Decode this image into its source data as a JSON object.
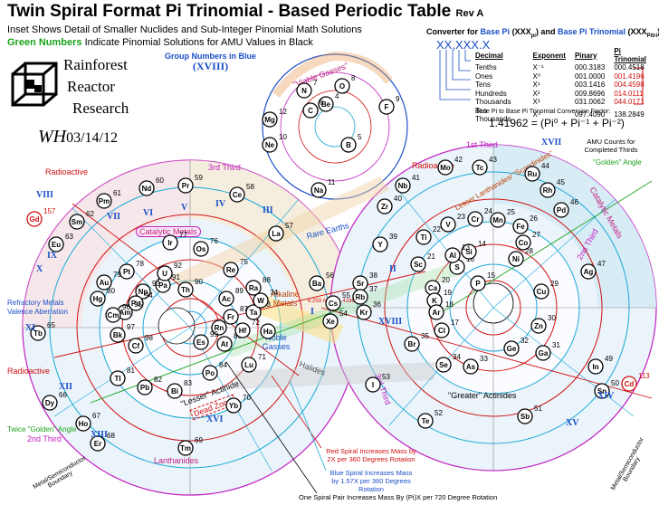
{
  "header": {
    "title": "Twin Spiral Format Pi Trinomial - Based Periodic Table",
    "rev": "Rev A",
    "subtitle1": "Inset Shows Detail of Smaller Nuclides and Sub-Integer Pinomial Math Solutions",
    "subtitle2_green": "Green Numbers",
    "subtitle2_rest": "Indicate Pinomial Solutions for AMU Values in Black"
  },
  "logo": {
    "line1": "Rainforest",
    "line2": "Reactor",
    "line3": "Research"
  },
  "signature": {
    "initials": "WH",
    "date": "03/14/12"
  },
  "group_note": {
    "text": "Group Numbers in Blue",
    "example": "(XVIII)"
  },
  "converter": {
    "title_a": "Converter for",
    "title_b": "Base Pi",
    "title_c": "(XXX",
    "title_d": ") and",
    "title_e": "Base Pi Trinomial",
    "title_f": "(XXX",
    "title_g": ")",
    "sub_pi": "pi",
    "sub_ptri": "Pitri",
    "format": "XX,XXX.X",
    "headers": [
      "Decimal",
      "Exponent",
      "Pinary",
      "Pi Trinomial"
    ],
    "rows": [
      {
        "decimal": "Tenths",
        "exponent": "X⁻¹",
        "pinary": "000.3183",
        "tri": "000.4518",
        "tri_red": false
      },
      {
        "decimal": "Ones",
        "exponent": "X⁰",
        "pinary": "001.0000",
        "tri": "001.4196",
        "tri_red": true
      },
      {
        "decimal": "Tens",
        "exponent": "X¹",
        "pinary": "003.1416",
        "tri": "004.4598",
        "tri_red": true
      },
      {
        "decimal": "Hundreds",
        "exponent": "X²",
        "pinary": "009.8696",
        "tri": "014.0111",
        "tri_red": true
      },
      {
        "decimal": "Thousands",
        "exponent": "X³",
        "pinary": "031.0062",
        "tri": "044.0171",
        "tri_red": true
      },
      {
        "decimal": "Ten Thousands",
        "exponent": "X⁴",
        "pinary": "097.4090",
        "tri": "138.2849",
        "tri_red": false
      }
    ],
    "factor_label": "Base Pi to Base Pi Trinomial Conversion Factor:",
    "factor_value": "1.41962 = (Pi⁰ + Pi⁻¹ + Pi⁻²)"
  },
  "labels": {
    "radioactive": "Radioactive",
    "third_1": "1st Third",
    "third_2": "2nd Third",
    "third_3": "3rd Third",
    "amu_counts": "AMU Counts for Completed Thirds",
    "golden_angle": "\"Golden\" Angle",
    "twice_golden": "Twice \"Golden\" Angle",
    "viable_gasses": "\"Viable Gasses\"",
    "lesser_lanthanides": "Lesser Lanthanides/ \"Scandinides\"",
    "catalytic_metals": "Catalytic Metals",
    "rare_earths": "Rare Earths",
    "alkaline_metals": "Alkaline Metals",
    "noble_gasses": "Noble Gasses",
    "halides": "Halides",
    "lesser_actinide": "\"Lesser\" Actinide",
    "dead_zone": "Dead Zone",
    "greater_actinides": "\"Greater\" Actinides",
    "lanthanides": "Lanthanides",
    "refractory": "Refractory Metals",
    "valence": "Valence Aberration",
    "metal_boundary_left": "Metal/Semiconductor Boundary",
    "metal_boundary_right": "Metal/Semiconductor Boundary",
    "amu_range": "6.253 AMU (1.41962)²"
  },
  "notes": {
    "red_spiral": "Red Spiral Increases Mass by 2X per 360 Degrees Rotation",
    "blue_spiral": "Blue Spiral Increases Mass by 1.57X per 360 Degrees Rotation",
    "pair_spiral": "One Spiral Pair Increases Mass By (Pi)X per 720 Degree Rotation"
  },
  "elements": [
    {
      "sym": "Gd",
      "num": "157",
      "color": "red"
    },
    {
      "sym": "Cd",
      "num": "113",
      "color": "red"
    },
    {
      "sym": "Cs",
      "num": "55",
      "color": "black"
    },
    {
      "sym": "Xe",
      "num": "54",
      "color": "black"
    },
    {
      "sym": "Ba",
      "num": "56",
      "color": "black"
    },
    {
      "sym": "Sr",
      "num": "38",
      "color": "black"
    },
    {
      "sym": "Rb",
      "num": "37",
      "color": "black"
    },
    {
      "sym": "Kr",
      "num": "36",
      "color": "black"
    },
    {
      "sym": "Ne",
      "num": "10",
      "color": "black"
    },
    {
      "sym": "Na",
      "num": "11",
      "color": "black"
    },
    {
      "sym": "Mg",
      "num": "12",
      "color": "black"
    },
    {
      "sym": "Be",
      "num": "4",
      "color": "black"
    },
    {
      "sym": "F",
      "num": "9",
      "color": "black"
    },
    {
      "sym": "O",
      "num": "8",
      "color": "black"
    },
    {
      "sym": "N",
      "num": "7",
      "color": "black"
    },
    {
      "sym": "C",
      "num": "6",
      "color": "black"
    },
    {
      "sym": "B",
      "num": "5",
      "color": "black"
    },
    {
      "sym": "Y",
      "num": "39",
      "color": "black"
    },
    {
      "sym": "Zr",
      "num": "40",
      "color": "black"
    },
    {
      "sym": "Nb",
      "num": "41",
      "color": "black"
    },
    {
      "sym": "Mo",
      "num": "42",
      "color": "black"
    },
    {
      "sym": "Tc",
      "num": "43",
      "color": "black"
    },
    {
      "sym": "Ru",
      "num": "44",
      "color": "black"
    },
    {
      "sym": "Rh",
      "num": "45",
      "color": "black"
    },
    {
      "sym": "Pd",
      "num": "46",
      "color": "black"
    },
    {
      "sym": "Ag",
      "num": "47",
      "color": "black"
    },
    {
      "sym": "In",
      "num": "49",
      "color": "black"
    },
    {
      "sym": "Sn",
      "num": "50",
      "color": "black"
    },
    {
      "sym": "Sb",
      "num": "51",
      "color": "black"
    },
    {
      "sym": "Te",
      "num": "52",
      "color": "black"
    },
    {
      "sym": "I",
      "num": "53",
      "color": "black"
    },
    {
      "sym": "Ti",
      "num": "22",
      "color": "black"
    },
    {
      "sym": "V",
      "num": "23",
      "color": "black"
    },
    {
      "sym": "Cr",
      "num": "24",
      "color": "black"
    },
    {
      "sym": "Mn",
      "num": "25",
      "color": "black"
    },
    {
      "sym": "Fe",
      "num": "26",
      "color": "black"
    },
    {
      "sym": "Co",
      "num": "27",
      "color": "black"
    },
    {
      "sym": "Ni",
      "num": "28",
      "color": "black"
    },
    {
      "sym": "Cu",
      "num": "29",
      "color": "black"
    },
    {
      "sym": "Zn",
      "num": "30",
      "color": "black"
    },
    {
      "sym": "Ga",
      "num": "31",
      "color": "black"
    },
    {
      "sym": "Ge",
      "num": "32",
      "color": "black"
    },
    {
      "sym": "As",
      "num": "33",
      "color": "black"
    },
    {
      "sym": "Se",
      "num": "34",
      "color": "black"
    },
    {
      "sym": "Br",
      "num": "35",
      "color": "black"
    },
    {
      "sym": "Ca",
      "num": "20",
      "color": "black"
    },
    {
      "sym": "K",
      "num": "19",
      "color": "black"
    },
    {
      "sym": "Ar",
      "num": "18",
      "color": "black"
    },
    {
      "sym": "Cl",
      "num": "17",
      "color": "black"
    },
    {
      "sym": "S",
      "num": "16",
      "color": "black"
    },
    {
      "sym": "Si",
      "num": "14",
      "color": "black"
    },
    {
      "sym": "Al",
      "num": "13",
      "color": "black"
    },
    {
      "sym": "P",
      "num": "15",
      "color": "black"
    },
    {
      "sym": "Sc",
      "num": "21",
      "color": "black"
    },
    {
      "sym": "La",
      "num": "57",
      "color": "black"
    },
    {
      "sym": "Ce",
      "num": "58",
      "color": "black"
    },
    {
      "sym": "Pr",
      "num": "59",
      "color": "black"
    },
    {
      "sym": "Nd",
      "num": "60",
      "color": "black"
    },
    {
      "sym": "Pm",
      "num": "61",
      "color": "black"
    },
    {
      "sym": "Sm",
      "num": "62",
      "color": "black"
    },
    {
      "sym": "Eu",
      "num": "63",
      "color": "black"
    },
    {
      "sym": "Tb",
      "num": "65",
      "color": "black"
    },
    {
      "sym": "Dy",
      "num": "66",
      "color": "black"
    },
    {
      "sym": "Ho",
      "num": "67",
      "color": "black"
    },
    {
      "sym": "Er",
      "num": "68",
      "color": "black"
    },
    {
      "sym": "Tm",
      "num": "69",
      "color": "black"
    },
    {
      "sym": "Yb",
      "num": "70",
      "color": "black"
    },
    {
      "sym": "Lu",
      "num": "71",
      "color": "black"
    },
    {
      "sym": "Ta",
      "num": "73",
      "color": "black"
    },
    {
      "sym": "W",
      "num": "74",
      "color": "black"
    },
    {
      "sym": "Re",
      "num": "75",
      "color": "black"
    },
    {
      "sym": "Os",
      "num": "76",
      "color": "black"
    },
    {
      "sym": "Ir",
      "num": "77",
      "color": "black"
    },
    {
      "sym": "Pt",
      "num": "78",
      "color": "black"
    },
    {
      "sym": "Au",
      "num": "79",
      "color": "black"
    },
    {
      "sym": "Hg",
      "num": "80",
      "color": "black"
    },
    {
      "sym": "Tl",
      "num": "81",
      "color": "black"
    },
    {
      "sym": "Pb",
      "num": "82",
      "color": "black"
    },
    {
      "sym": "Bi",
      "num": "83",
      "color": "black"
    },
    {
      "sym": "Po",
      "num": "84",
      "color": "black"
    },
    {
      "sym": "At",
      "num": "85",
      "color": "black"
    },
    {
      "sym": "Rn",
      "num": "86",
      "color": "black"
    },
    {
      "sym": "Fr",
      "num": "87",
      "color": "black"
    },
    {
      "sym": "Ra",
      "num": "88",
      "color": "black"
    },
    {
      "sym": "Ac",
      "num": "89",
      "color": "black"
    },
    {
      "sym": "Th",
      "num": "90",
      "color": "black"
    },
    {
      "sym": "Pa",
      "num": "91",
      "color": "black"
    },
    {
      "sym": "U",
      "num": "92",
      "color": "black"
    },
    {
      "sym": "Np",
      "num": "93",
      "color": "black"
    },
    {
      "sym": "Pu",
      "num": "94",
      "color": "black"
    },
    {
      "sym": "Am",
      "num": "95",
      "color": "black"
    },
    {
      "sym": "Cm",
      "num": "96",
      "color": "black"
    },
    {
      "sym": "Bk",
      "num": "97",
      "color": "black"
    },
    {
      "sym": "Cf",
      "num": "98",
      "color": "black"
    },
    {
      "sym": "Es",
      "num": "99",
      "color": "black"
    },
    {
      "sym": "Hf",
      "num": "72",
      "color": "black"
    },
    {
      "sym": "Ha",
      "num": "",
      "color": "black"
    }
  ],
  "group_numerals": [
    "I",
    "II",
    "III",
    "IV",
    "V",
    "VI",
    "VII",
    "VIII",
    "IX",
    "X",
    "XI",
    "XII",
    "XIII",
    "XIV",
    "XV",
    "XVI",
    "XVII",
    "XVIII"
  ],
  "colors": {
    "red": "#d01010",
    "blue": "#1a4fc7",
    "green": "#1aa31a",
    "magenta": "#c020c0",
    "cyan": "#1aa8d8",
    "orange": "#e8a060"
  }
}
